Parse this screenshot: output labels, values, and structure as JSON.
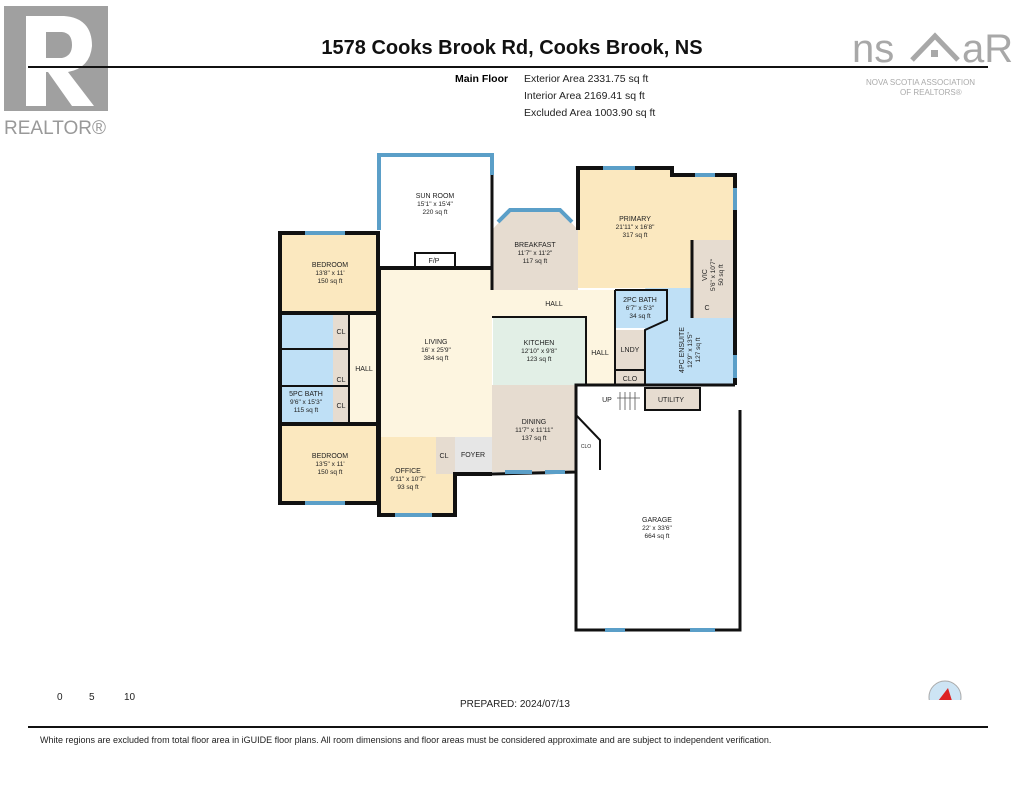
{
  "title": "1578 Cooks Brook Rd, Cooks Brook, NS",
  "floor": {
    "label": "Main Floor",
    "exterior_area": "Exterior Area 2331.75 sq ft",
    "interior_area": "Interior Area 2169.41 sq ft",
    "excluded_area": "Excluded Area 1003.90 sq ft"
  },
  "logos": {
    "realtor": "REALTOR®",
    "nsar": "nsar",
    "nsar_sub1": "NOVA SCOTIA ASSOCIATION",
    "nsar_sub2": "OF REALTORS®"
  },
  "rooms": {
    "sunroom": {
      "name": "SUN ROOM",
      "dims": "15'1\" x 15'4\"",
      "area": "220 sq ft"
    },
    "bedroom1": {
      "name": "BEDROOM",
      "dims": "13'8\" x 11'",
      "area": "150 sq ft"
    },
    "breakfast": {
      "name": "BREAKFAST",
      "dims": "11'7\" x 11'2\"",
      "area": "117 sq ft"
    },
    "primary": {
      "name": "PRIMARY",
      "dims": "21'11\" x 16'8\"",
      "area": "317 sq ft"
    },
    "vic": {
      "name": "VIC",
      "dims": "5'6\" x 10'7\"",
      "area": "50 sq ft"
    },
    "bath2": {
      "name": "2PC BATH",
      "dims": "6'7\" x 5'3\"",
      "area": "34 sq ft"
    },
    "living": {
      "name": "LIVING",
      "dims": "16' x 25'9\"",
      "area": "384 sq ft"
    },
    "kitchen": {
      "name": "KITCHEN",
      "dims": "12'10\" x 9'8\"",
      "area": "123 sq ft"
    },
    "ensuite": {
      "name": "4PC ENSUITE",
      "dims": "12'9\" x 13'5\"",
      "area": "127 sq ft"
    },
    "bath5": {
      "name": "5PC BATH",
      "dims": "9'6\" x 15'3\"",
      "area": "115 sq ft"
    },
    "dining": {
      "name": "DINING",
      "dims": "11'7\" x 11'11\"",
      "area": "137 sq ft"
    },
    "bedroom2": {
      "name": "BEDROOM",
      "dims": "13'5\" x 11'",
      "area": "150 sq ft"
    },
    "office": {
      "name": "OFFICE",
      "dims": "9'11\" x 10'7\"",
      "area": "93 sq ft"
    },
    "garage": {
      "name": "GARAGE",
      "dims": "22' x 33'6\"",
      "area": "664 sq ft"
    }
  },
  "labels": {
    "hall": "HALL",
    "cl": "CL",
    "fp": "F/P",
    "foyer": "FOYER",
    "lndy": "LNDY",
    "clo": "CLO",
    "c": "C",
    "up": "UP",
    "utility": "UTILITY"
  },
  "scale": {
    "t0": "0",
    "t5": "5",
    "t10": "10",
    "unit": "ft"
  },
  "prepared": "PREPARED: 2024/07/13",
  "disclaimer": "White regions are excluded from total floor area in iGUIDE floor plans. All room dimensions and floor areas must be considered approximate and are subject to independent verification.",
  "colors": {
    "bedroom": "#fbe8bf",
    "bath": "#bfe0f6",
    "hall": "#fdf5e0",
    "taupe": "#e6dcd0",
    "kitchen": "#e2efe6",
    "window": "#5b9fc8",
    "wall": "#111111"
  }
}
